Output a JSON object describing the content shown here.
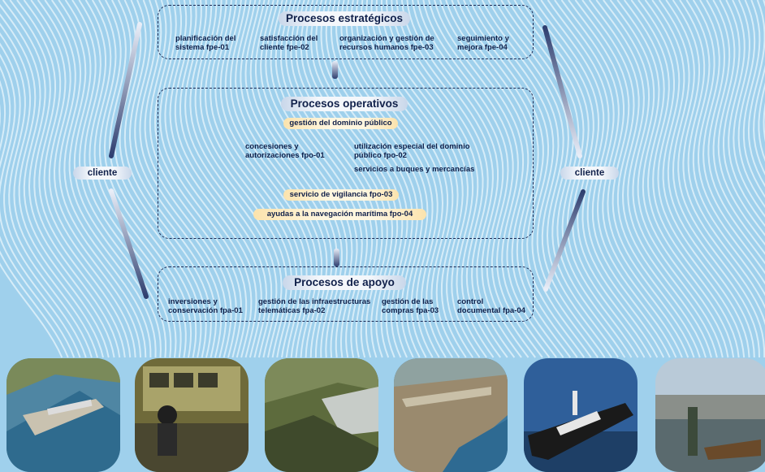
{
  "strategic": {
    "title": "Procesos estratégicos",
    "items": [
      {
        "line1": "planificación del",
        "line2": "sistema fpe-01"
      },
      {
        "line1": "satisfacción del",
        "line2": "cliente fpe-02"
      },
      {
        "line1": "organización y gestión de",
        "line2": "recursos humanos fpe-03"
      },
      {
        "line1": "seguimiento y",
        "line2": "mejora fpe-04"
      }
    ]
  },
  "operative": {
    "title": "Procesos operativos",
    "domain": "gestión del dominio público",
    "concessions": {
      "line1": "concesiones y",
      "line2": "autorizaciones fpo-01"
    },
    "special_use": {
      "line1": "utilización especial del dominio",
      "line2": "público fpo-02"
    },
    "ship_services": "servicios a buques y mercancías",
    "surveillance": "servicio de vigilancia fpo-03",
    "navigation": "ayudas a la navegación marítima fpo-04"
  },
  "support": {
    "title": "Procesos de apoyo",
    "items": [
      {
        "line1": "inversiones y",
        "line2": "conservación fpa-01"
      },
      {
        "line1": "gestión de las infraestructuras",
        "line2": "telemáticas fpa-02"
      },
      {
        "line1": "gestión de las",
        "line2": "compras fpa-03"
      },
      {
        "line1": "control",
        "line2": "documental fpa-04"
      }
    ]
  },
  "client_left": "cliente",
  "client_right": "cliente",
  "colors": {
    "text": "#10204a",
    "background": "#9fd0ec",
    "highlight": "#fdebc2",
    "arrow": "#3a4a7a"
  }
}
